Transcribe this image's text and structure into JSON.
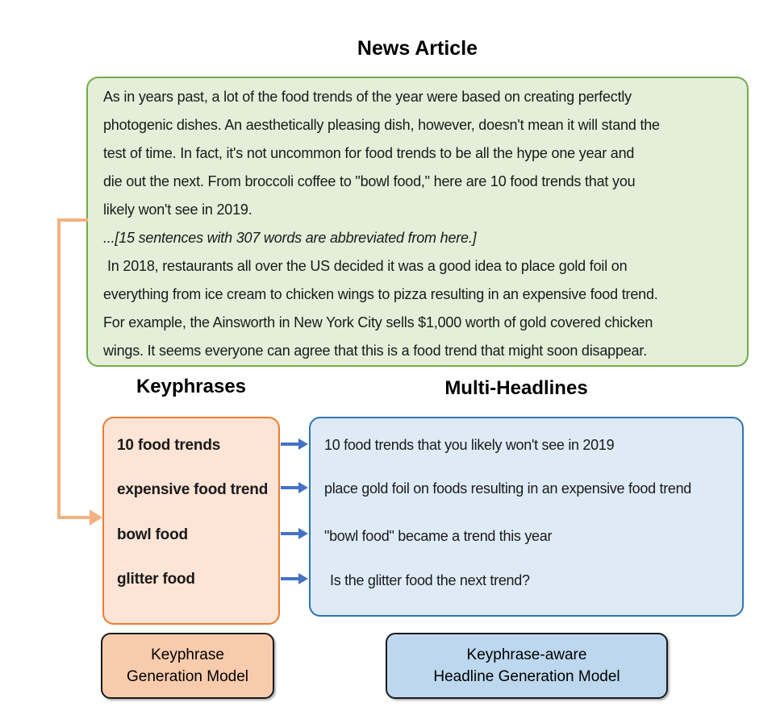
{
  "colors": {
    "article_fill": "#E3EFD9",
    "article_border": "#70AD47",
    "keyphrases_fill": "#FCE4D6",
    "keyphrases_border": "#ED7D31",
    "headlines_fill": "#DEEBF6",
    "headlines_border": "#2E75B6",
    "model_keyphrase_fill": "#F8CBAD",
    "model_headline_fill": "#BDD7EE",
    "model_border": "#1A1A1A",
    "arrow_blue": "#4472C4",
    "connector_orange": "#F4B183",
    "text": "#1A1A1A"
  },
  "article": {
    "title": "News Article",
    "lines": [
      "As in years past, a lot of the food trends of the year were based on creating perfectly",
      "photogenic dishes. An aesthetically pleasing dish, however, doesn't mean it will stand the",
      "test of time. In fact, it's not uncommon for food trends to be all the hype one year and",
      "die out the next. From broccoli coffee to \"bowl food,\" here are 10 food trends that you",
      "likely won't see in 2019.",
      "...[15 sentences with 307 words are abbreviated from here.]",
      "In 2018, restaurants all over the US decided it was a good idea to place gold foil on",
      "everything from ice cream to chicken wings to pizza resulting in an expensive food trend.",
      "For example, the Ainsworth in New York City sells $1,000 worth of gold covered chicken",
      "wings. It seems everyone can agree that this is a food trend that might soon disappear."
    ]
  },
  "keyphrases": {
    "title": "Keyphrases",
    "items": [
      "10 food trends",
      "expensive food trend",
      "bowl food",
      "glitter food"
    ]
  },
  "multi_headlines": {
    "title": "Multi-Headlines",
    "items": [
      "10 food trends that you likely won't see in 2019",
      "place gold foil on foods resulting in an expensive food trend",
      "\"bowl food\" became a trend this year",
      "Is the glitter food the next trend?"
    ]
  },
  "models": {
    "keyphrase": {
      "line1": "Keyphrase",
      "line2": "Generation Model"
    },
    "headline": {
      "line1": "Keyphrase-aware",
      "line2": "Headline Generation Model"
    }
  },
  "icons": {
    "blue_arrow": "arrow-right",
    "orange_connector": "elbow-arrow-right"
  }
}
